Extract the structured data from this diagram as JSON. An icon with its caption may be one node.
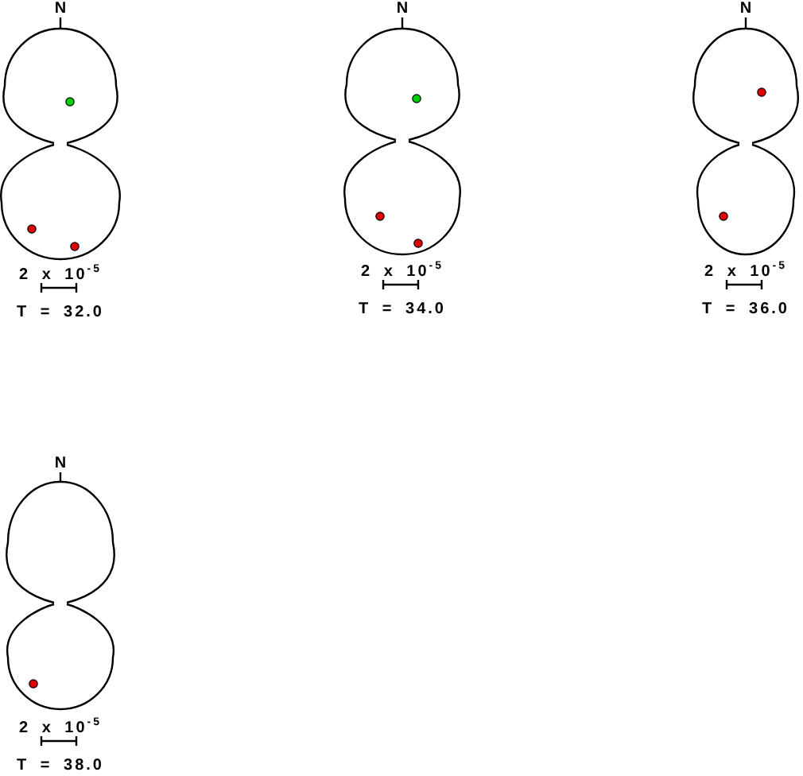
{
  "diagram": {
    "labels": [
      "N",
      "2 x 10$^{-5}$",
      "T = 32.0",
      "N",
      "2 x 10$^{-5}$",
      "T = 34.0",
      "N",
      "2 x 10$^{-5}$",
      "T = 36.0",
      "N",
      "2 x 10$^{-5}$",
      "T = 38.0"
    ]
  }
}
